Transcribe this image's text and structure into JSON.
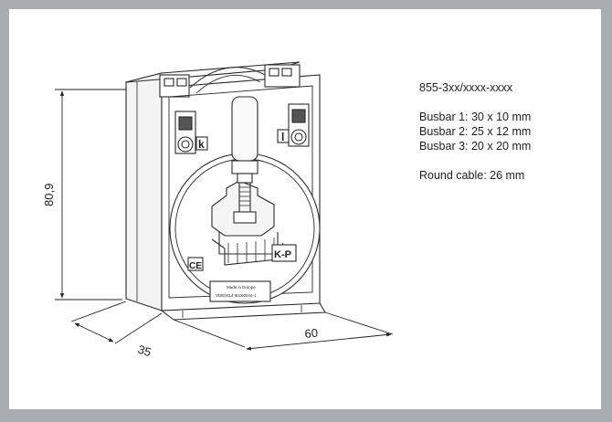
{
  "specs": {
    "model": "855-3xx/xxxx-xxxx",
    "busbars": [
      "Busbar 1: 30 x 10 mm",
      "Busbar 2: 25 x 12 mm",
      "Busbar 3: 20 x 20 mm"
    ],
    "round_cable": "Round cable: 26 mm"
  },
  "dimensions": {
    "height": "80,9",
    "depth": "35",
    "width": "60"
  },
  "device_labels": {
    "left_terminal_mark": "k",
    "right_terminal_mark": "l",
    "ce_mark": "CE",
    "polarity_mark": "K-P",
    "nameplate_line1": "Made in Europe",
    "nameplate_line2": "VDE0414 IEC60044-1"
  },
  "colors": {
    "background": "#a9acb1",
    "panel": "#ffffff",
    "line": "#2a2a2a"
  }
}
